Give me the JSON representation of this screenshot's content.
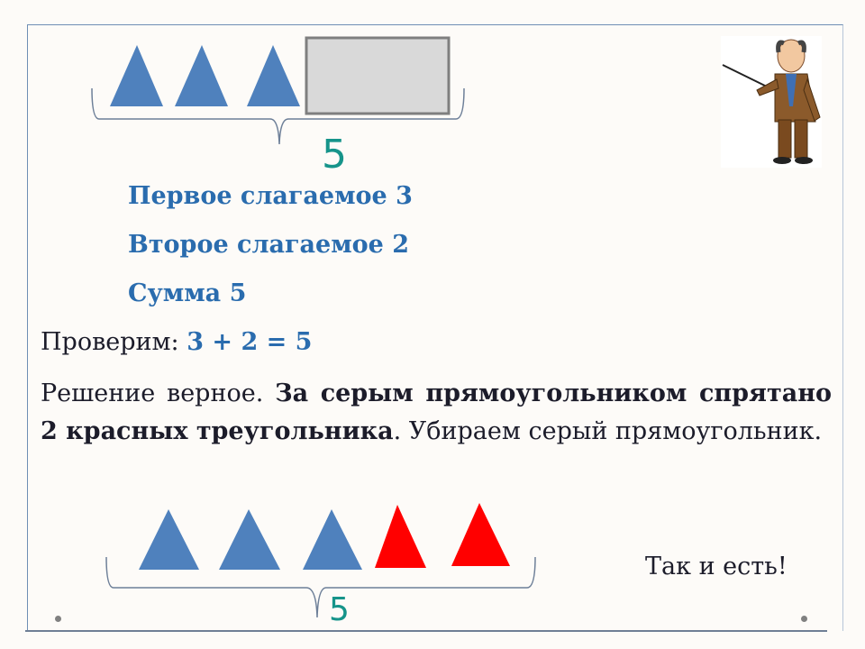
{
  "top_group": {
    "blue_triangles": 3,
    "hidden_box": "gray-rectangle",
    "total": "5"
  },
  "terms": {
    "first": "Первое  слагаемое  3",
    "second": "Второе  слагаемое  2",
    "sum": "Сумма  5"
  },
  "check": {
    "label": "Проверим:",
    "expression": "3 + 2 = 5"
  },
  "solution": {
    "part1": "Решение  верное. ",
    "part2_bold": "За  серым  прямоугольником  спрятано  2  красных  треугольника",
    "part3": ". Убираем серый  прямоугольник."
  },
  "bottom_group": {
    "blue_triangles": 3,
    "red_triangles": 2,
    "total": "5"
  },
  "conclusion": "Так  и  есть!",
  "colors": {
    "blue": "#4f81bd",
    "red": "#ff0000",
    "gray": "#d9d9d9",
    "teal": "#16948a",
    "text_blue": "#2a6cae"
  }
}
